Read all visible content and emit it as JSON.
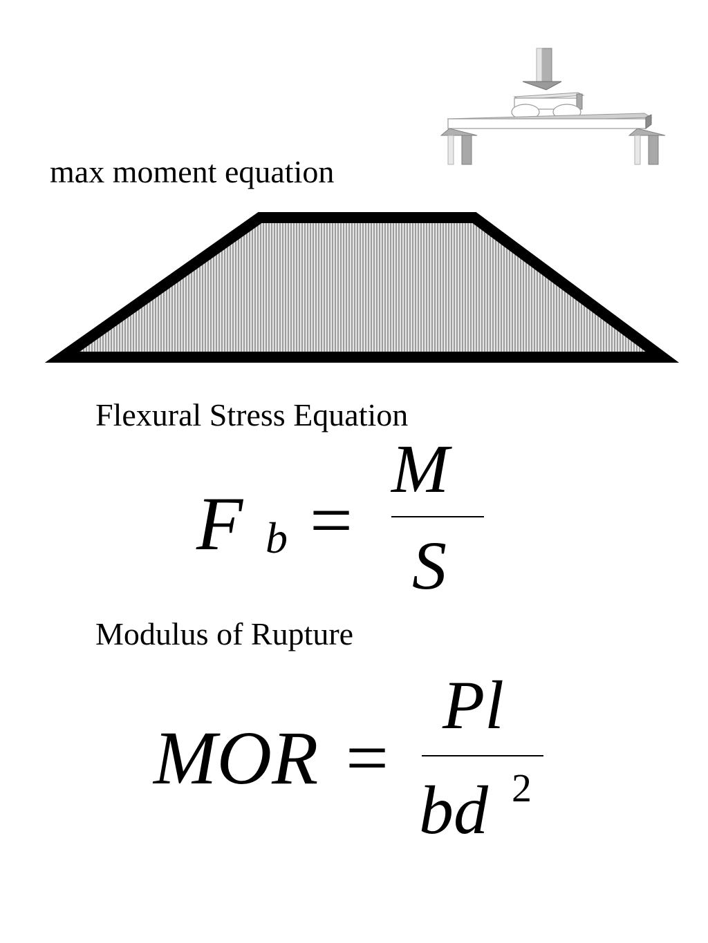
{
  "labels": {
    "max_moment": "max moment equation",
    "flexural": "Flexural Stress Equation",
    "modulus": "Modulus of Rupture"
  },
  "equation_flexural": {
    "lhs": "F",
    "lhs_sub": "b",
    "op": "=",
    "numerator": "M",
    "denominator": "S"
  },
  "equation_mor": {
    "lhs": "MOR",
    "op": "=",
    "numerator": "Pl",
    "denominator": "bd",
    "denominator_exp": "2"
  },
  "colors": {
    "outline": "#000000",
    "hatch_fill": "#b8b8b8",
    "beam_gray": "#c8c8c8",
    "beam_dark": "#909090"
  }
}
